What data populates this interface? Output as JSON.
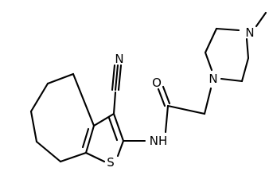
{
  "diagram": {
    "type": "chemical-structure",
    "atom_labels": {
      "nitrile_n": "N",
      "amide_nh": "NH",
      "carbonyl_o": "O",
      "thiophene_s": "S",
      "piperazine_n1": "N",
      "piperazine_n4": "N"
    },
    "colors": {
      "bond": "#000000",
      "background": "#ffffff"
    }
  }
}
